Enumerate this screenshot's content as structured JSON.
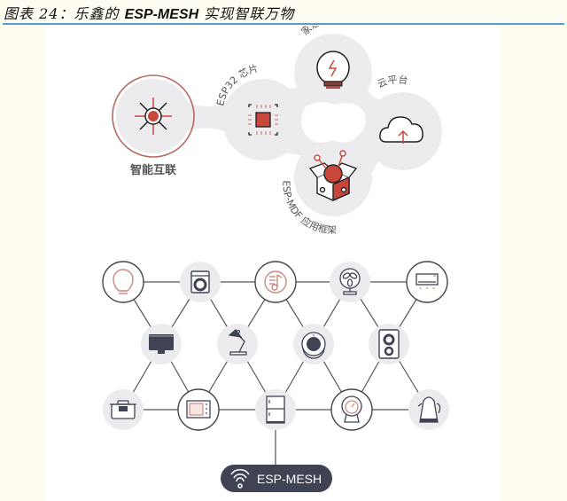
{
  "figure": {
    "label": "图表 24：",
    "number": "24",
    "title_prefix": "乐鑫的",
    "title_brand": "ESP-MESH",
    "title_suffix": "实现智联万物",
    "rule_color": "#5b9bd5"
  },
  "colors": {
    "accent": "#c9473a",
    "dark": "#3f4354",
    "blob": "#ececee",
    "line": "#555555",
    "page_bg": "#fffcf2"
  },
  "ecosystem": {
    "center": {
      "label": "智能互联",
      "icon": "smart-link-icon"
    },
    "nodes": [
      {
        "label": "ESP32 芯片",
        "icon": "chip-icon"
      },
      {
        "label": "家居设备",
        "icon": "lightbulb-icon"
      },
      {
        "label": "云平台",
        "icon": "cloud-upload-icon"
      },
      {
        "label": "ESP-MDF 应用框架",
        "icon": "open-box-icon"
      }
    ]
  },
  "mesh": {
    "rows": [
      [
        {
          "device": "smart bulb",
          "icon": "bulb-icon",
          "style": "ring"
        },
        {
          "device": "washing machine",
          "icon": "washer-icon",
          "style": "filled"
        },
        {
          "device": "music player",
          "icon": "music-icon",
          "style": "ring"
        },
        {
          "device": "fan",
          "icon": "fan-icon",
          "style": "filled"
        },
        {
          "device": "air conditioner",
          "icon": "ac-icon",
          "style": "ring"
        }
      ],
      [
        {
          "device": "monitor",
          "icon": "monitor-icon",
          "style": "filled"
        },
        {
          "device": "desk lamp",
          "icon": "lamp-icon",
          "style": "filled"
        },
        {
          "device": "robot vacuum",
          "icon": "vacuum-icon",
          "style": "filled"
        },
        {
          "device": "speaker",
          "icon": "speaker-icon",
          "style": "filled"
        }
      ],
      [
        {
          "device": "rice cooker",
          "icon": "cooker-icon",
          "style": "filled"
        },
        {
          "device": "microwave",
          "icon": "microwave-icon",
          "style": "ring"
        },
        {
          "device": "refrigerator",
          "icon": "fridge-icon",
          "style": "filled"
        },
        {
          "device": "webcam",
          "icon": "camera-icon",
          "style": "ring"
        },
        {
          "device": "kettle",
          "icon": "kettle-icon",
          "style": "filled"
        }
      ]
    ],
    "root": {
      "label": "ESP-MESH",
      "icon": "wifi-icon"
    }
  }
}
